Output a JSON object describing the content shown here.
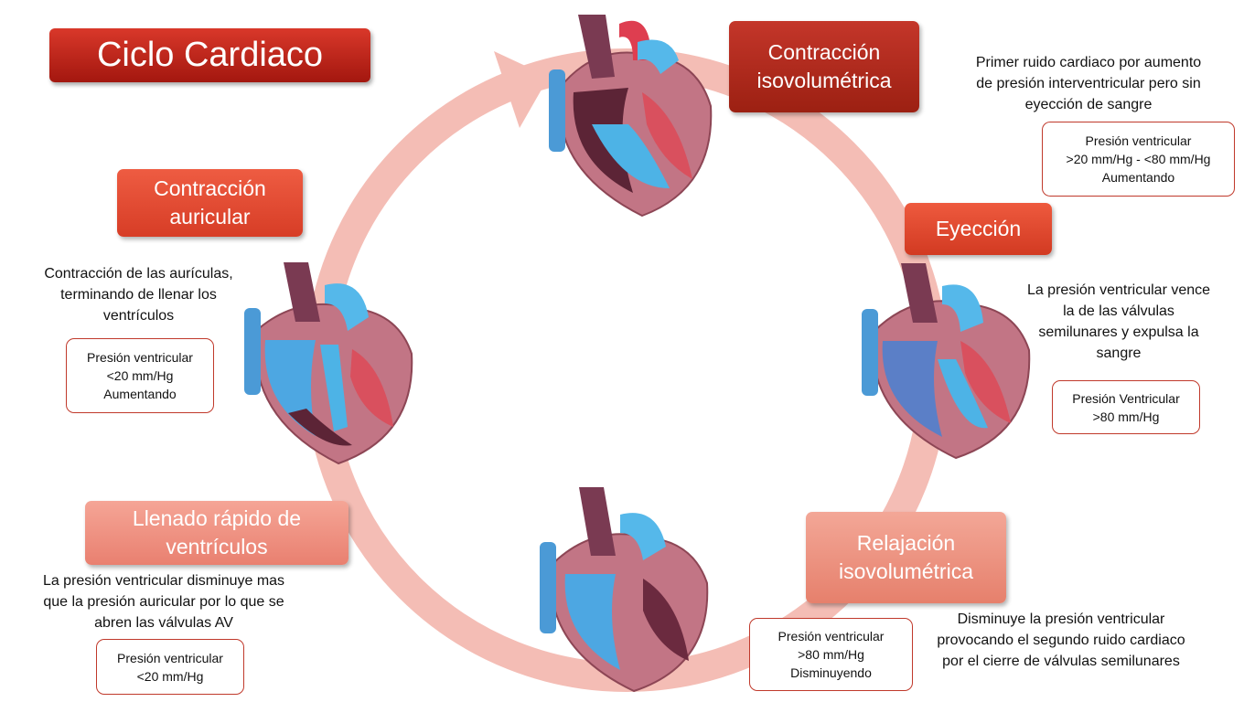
{
  "title": "Ciclo Cardiaco",
  "colors": {
    "accent": "#b3261a",
    "ring": "#f2b5ad",
    "heart_red": "#d9505e",
    "heart_blue": "#4db3e6"
  },
  "stages": {
    "contraccion_isovolumetrica": {
      "label": "Contracción\nisovolumétrica",
      "description": "Primer ruido cardiaco por aumento\nde presión interventricular pero sin\neyección de sangre",
      "pressure": "Presión ventricular\n>20 mm/Hg - <80 mm/Hg\nAumentando"
    },
    "eyeccion": {
      "label": "Eyección",
      "description": "La presión ventricular vence\nla de las válvulas\nsemilunares y expulsa la\nsangre",
      "pressure": "Presión Ventricular\n>80 mm/Hg"
    },
    "relajacion_isovolumetrica": {
      "label": "Relajación\nisovolumétrica",
      "description": "Disminuye la presión ventricular\nprovocando el segundo ruido cardiaco\npor el cierre de válvulas semilunares",
      "pressure": "Presión ventricular\n>80 mm/Hg\nDisminuyendo"
    },
    "llenado_rapido": {
      "label": "Llenado rápido de\nventrículos",
      "description": "La presión ventricular  disminuye mas\nque la presión auricular por lo que se\nabren las válvulas AV",
      "pressure": "Presión ventricular\n<20 mm/Hg"
    },
    "contraccion_auricular": {
      "label": "Contracción\nauricular",
      "description": "Contracción de las aurículas,\nterminando de llenar los\nventrículos",
      "pressure": "Presión ventricular\n<20 mm/Hg\nAumentando"
    }
  }
}
